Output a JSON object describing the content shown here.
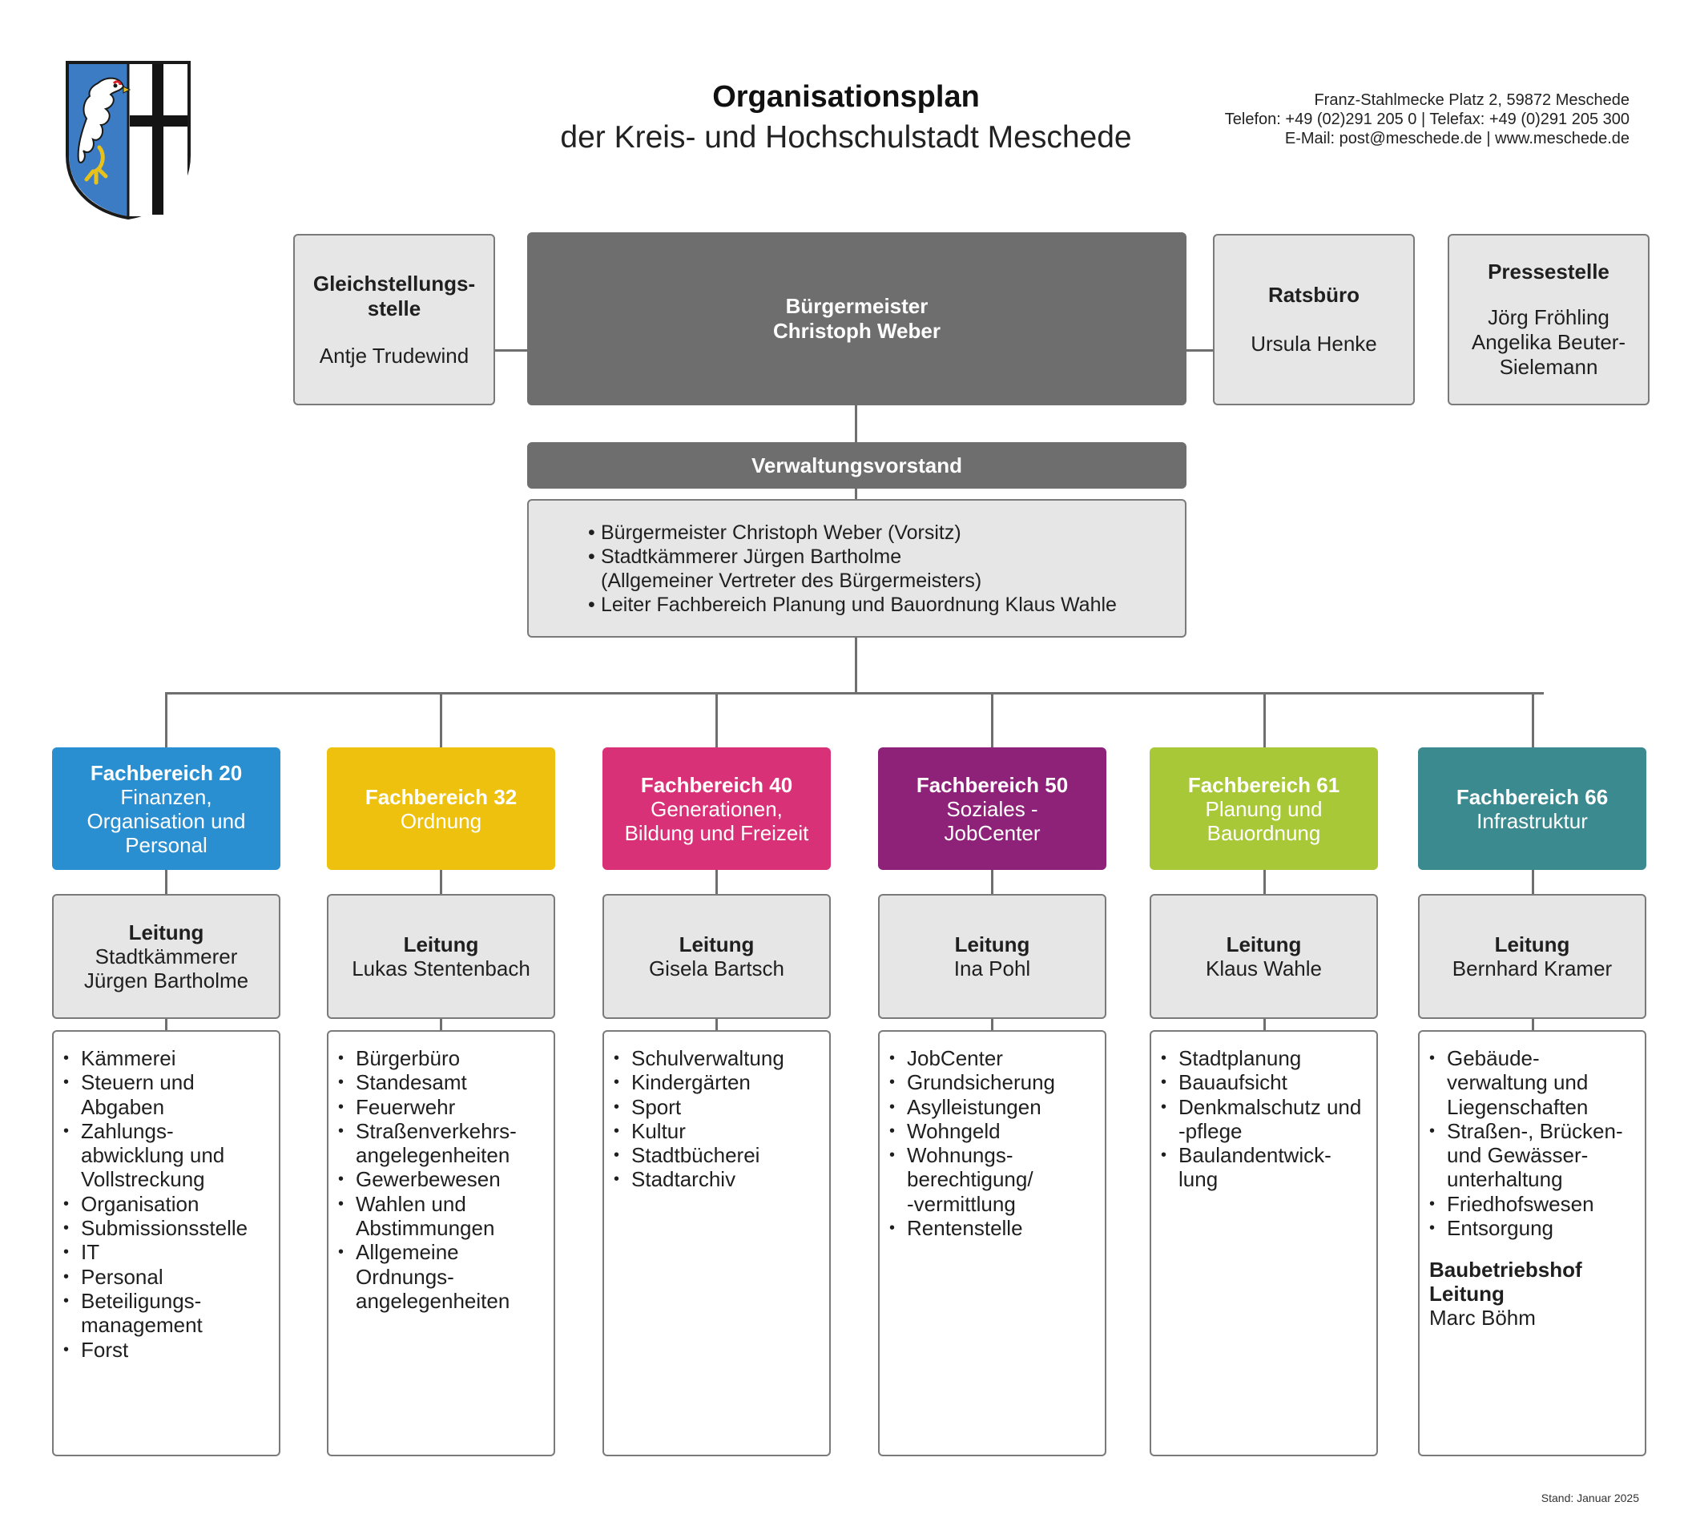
{
  "header": {
    "title": "Organisationsplan",
    "subtitle": "der Kreis- und Hochschulstadt Meschede",
    "contact_line1": "Franz-Stahlmecke Platz 2, 59872 Meschede",
    "contact_line2": "Telefon: +49 (02)291 205 0 | Telefax: +49 (0)291 205 300",
    "contact_line3": "E-Mail: post@meschede.de | www.meschede.de"
  },
  "gleichstellung": {
    "title_line1": "Gleichstellungs-",
    "title_line2": "stelle",
    "person": "Antje Trudewind"
  },
  "buergermeister": {
    "title": "Bürgermeister",
    "person": "Christoph Weber"
  },
  "ratsbuero": {
    "title": "Ratsbüro",
    "person": "Ursula Henke"
  },
  "pressestelle": {
    "title": "Pressestelle",
    "person1": "Jörg Fröhling",
    "person2": "Angelika Beuter-",
    "person3": "Sielemann"
  },
  "verwaltungsvorstand": {
    "title": "Verwaltungsvorstand",
    "members": [
      "Bürgermeister Christoph Weber (Vorsitz)",
      "Stadtkämmerer Jürgen Bartholme",
      "(Allgemeiner Vertreter des Bürgermeisters)",
      "Leiter Fachbereich Planung und Bauordnung Klaus Wahle"
    ]
  },
  "colors": {
    "fb20": "#2a8fd0",
    "fb32": "#eec10f",
    "fb40": "#d83177",
    "fb50": "#8e2279",
    "fb61": "#a8c837",
    "fb66": "#3b8a90",
    "grey_dark": "#6e6e6e",
    "grey_light": "#e6e6e6"
  },
  "fachbereiche": [
    {
      "number": "Fachbereich 20",
      "name_lines": [
        "Finanzen,",
        "Organisation und",
        "Personal"
      ],
      "lead_title": "Leitung",
      "lead_lines": [
        "Stadtkämmerer",
        "Jürgen Bartholme"
      ],
      "tasks": [
        "Kämmerei",
        "Steuern und\nAbgaben",
        "Zahlungs-\nabwicklung und\nVollstreckung",
        "Organisation",
        "Submissionsstelle",
        "IT",
        "Personal",
        "Beteiligungs-\nmanagement",
        "Forst"
      ]
    },
    {
      "number": "Fachbereich 32",
      "name_lines": [
        "Ordnung"
      ],
      "lead_title": "Leitung",
      "lead_lines": [
        "Lukas Stentenbach"
      ],
      "tasks": [
        "Bürgerbüro",
        "Standesamt",
        "Feuerwehr",
        "Straßenverkehrs-\nangelegenheiten",
        "Gewerbewesen",
        "Wahlen und\nAbstimmungen",
        "Allgemeine\nOrdnungs-\nangelegenheiten"
      ]
    },
    {
      "number": "Fachbereich 40",
      "name_lines": [
        "Generationen,",
        "Bildung und Freizeit"
      ],
      "lead_title": "Leitung",
      "lead_lines": [
        "Gisela Bartsch"
      ],
      "tasks": [
        "Schulverwaltung",
        "Kindergärten",
        "Sport",
        "Kultur",
        "Stadtbücherei",
        "Stadtarchiv"
      ]
    },
    {
      "number": "Fachbereich 50",
      "name_lines": [
        "Soziales -",
        "JobCenter"
      ],
      "lead_title": "Leitung",
      "lead_lines": [
        "Ina Pohl"
      ],
      "tasks": [
        "JobCenter",
        "Grundsicherung",
        "Asylleistungen",
        "Wohngeld",
        "Wohnungs-\nberechtigung/\n-vermittlung",
        "Rentenstelle"
      ]
    },
    {
      "number": "Fachbereich 61",
      "name_lines": [
        "Planung und",
        "Bauordnung"
      ],
      "lead_title": "Leitung",
      "lead_lines": [
        "Klaus Wahle"
      ],
      "tasks": [
        "Stadtplanung",
        "Bauaufsicht",
        "Denkmalschutz und\n-pflege",
        "Baulandentwick-\nlung"
      ]
    },
    {
      "number": "Fachbereich 66",
      "name_lines": [
        "Infrastruktur"
      ],
      "lead_title": "Leitung",
      "lead_lines": [
        "Bernhard Kramer"
      ],
      "tasks": [
        "Gebäude-\nverwaltung und\nLiegenschaften",
        "Straßen-, Brücken-\nund Gewässer-\nunterhaltung",
        "Friedhofswesen",
        "Entsorgung"
      ],
      "baubetriebshof_title1": "Baubetriebshof",
      "baubetriebshof_title2": "Leitung",
      "baubetriebshof_person": "Marc Böhm"
    }
  ],
  "footer": {
    "stand": "Stand: Januar 2025"
  }
}
